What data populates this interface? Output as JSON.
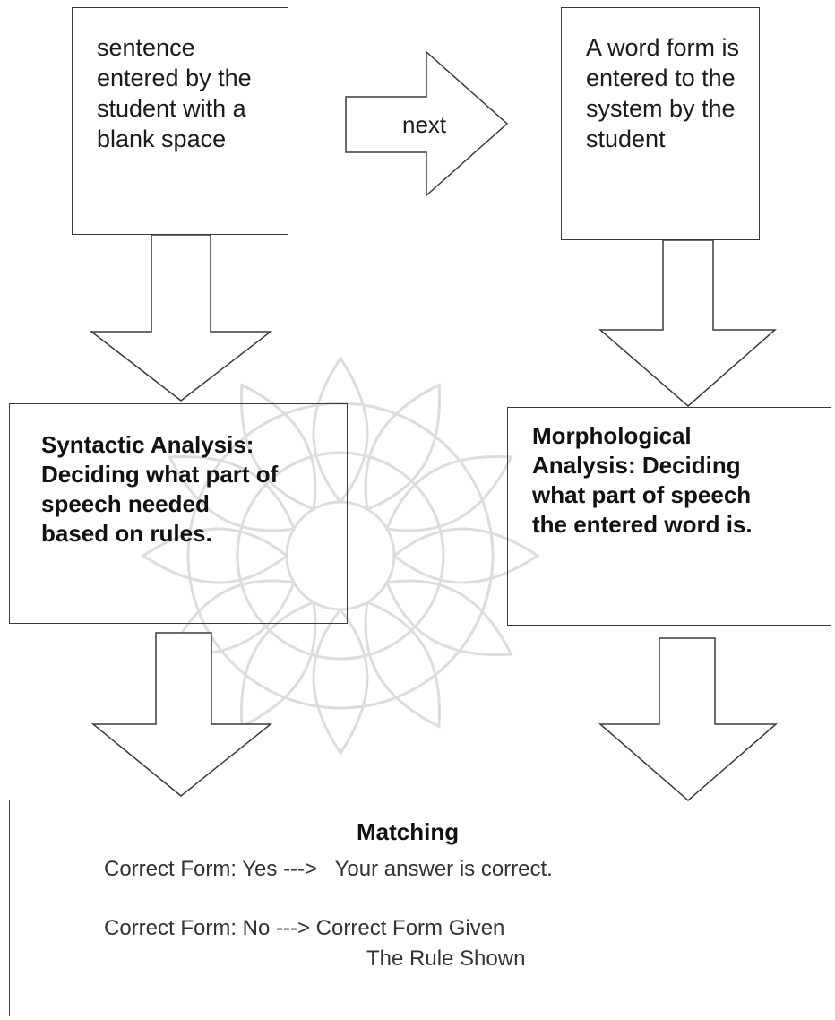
{
  "diagram": {
    "box_sentence": {
      "lines": [
        "sentence",
        "entered by the",
        "student with a",
        "blank space"
      ]
    },
    "arrow_next_label": "next",
    "box_word_form": {
      "lines": [
        "A word form is",
        "entered to the",
        "system by the",
        "student"
      ]
    },
    "box_syntactic": {
      "lines": [
        "Syntactic Analysis:",
        "Deciding what part of",
        "speech needed",
        "based on rules."
      ]
    },
    "box_morphological": {
      "lines": [
        "Morphological",
        "Analysis: Deciding",
        "what part of speech",
        "the entered word is."
      ]
    },
    "box_matching": {
      "title": "Matching",
      "line1": "Correct Form: Yes --->   Your answer is correct.",
      "line2": "Correct Form: No ---> Correct Form Given",
      "line3": "The Rule Shown"
    }
  },
  "colors": {
    "stroke": "#3a3a3a",
    "watermark": "#dcdcdc",
    "background": "#ffffff"
  }
}
